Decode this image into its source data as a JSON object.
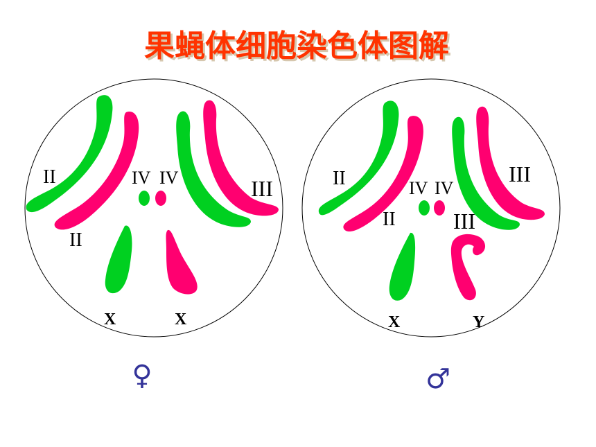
{
  "title": "果蝇体细胞染色体图解",
  "colors": {
    "title": "#ff3300",
    "title_shadow": "#d6c7ae",
    "green": "#00d020",
    "magenta": "#ff0070",
    "outline": "#000000",
    "symbol": "#333399"
  },
  "female": {
    "labels": {
      "ii_upper": "II",
      "ii_lower": "II",
      "iv_left": "IV",
      "iv_right": "IV",
      "iii": "III",
      "x_left": "X",
      "x_right": "X"
    },
    "symbol": "♀"
  },
  "male": {
    "labels": {
      "ii_upper": "II",
      "ii_lower": "II",
      "iv_left": "IV",
      "iv_right": "IV",
      "iii_upper": "III",
      "iii_lower": "III",
      "x": "X",
      "y": "Y"
    },
    "symbol": "♂"
  }
}
